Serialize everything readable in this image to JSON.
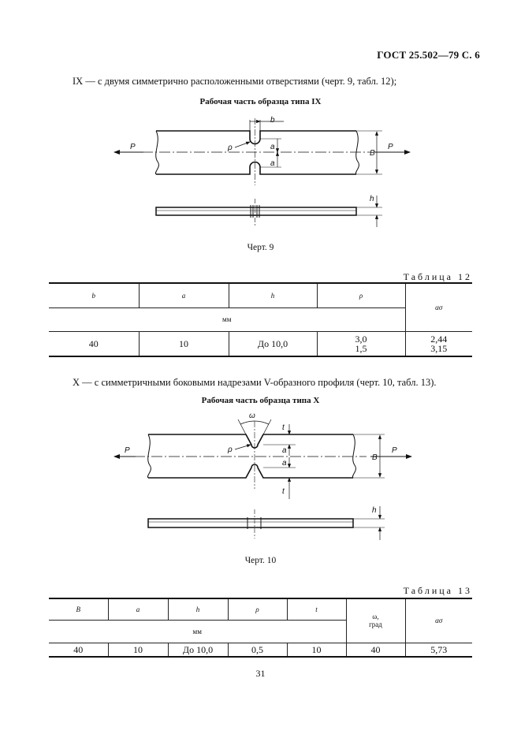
{
  "header": "ГОСТ 25.502—79 С. 6",
  "page_number": "31",
  "section_ix": {
    "text": "IX — с двумя симметрично расположенными отверстиями (черт. 9, табл. 12);",
    "figure_title": "Рабочая часть образца типа IX",
    "figure_caption": "Черт. 9",
    "labels": {
      "P_left": "P",
      "P_right": "P",
      "rho": "ρ",
      "a1": "a",
      "a2": "a",
      "b": "b",
      "B": "B",
      "h": "h"
    },
    "table_label": "Таблица 12",
    "table": {
      "headers": [
        "b",
        "a",
        "h",
        "ρ",
        "ασ"
      ],
      "unit": "мм",
      "row": [
        "40",
        "10",
        "До 10,0",
        "3,0\n1,5",
        "2,44\n3,15"
      ]
    }
  },
  "section_x": {
    "text": "X — с симметричными боковыми надрезами V-образного профиля (черт. 10, табл. 13).",
    "figure_title": "Рабочая часть образца типа X",
    "figure_caption": "Черт. 10",
    "labels": {
      "P_left": "P",
      "P_right": "P",
      "rho": "ρ",
      "omega": "ω",
      "t1": "t",
      "t2": "t",
      "a1": "a",
      "a2": "a",
      "B": "B",
      "h": "h"
    },
    "table_label": "Таблица 13",
    "table": {
      "headers": [
        "B",
        "a",
        "h",
        "ρ",
        "t",
        "ω,\nград",
        "ασ"
      ],
      "unit": "мм",
      "row": [
        "40",
        "10",
        "До 10,0",
        "0,5",
        "10",
        "40",
        "5,73"
      ]
    }
  }
}
